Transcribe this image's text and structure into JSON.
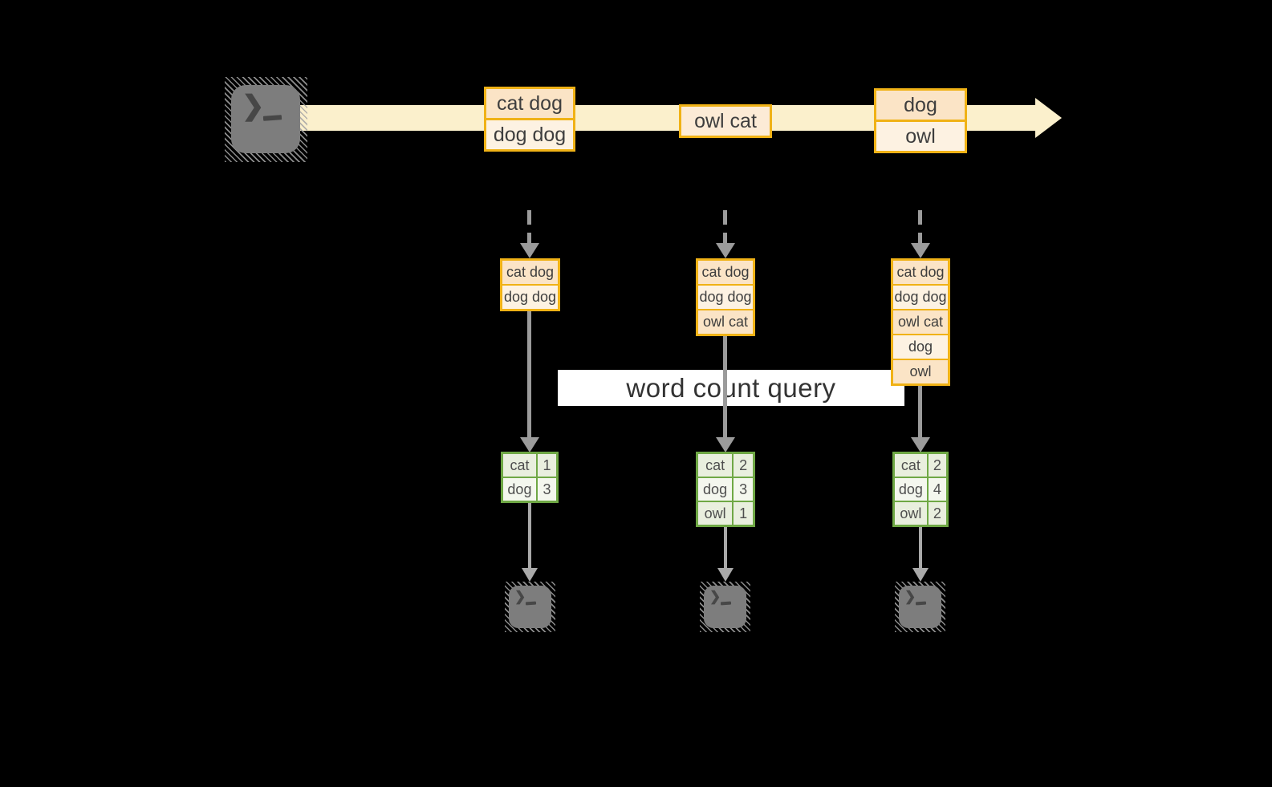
{
  "query_label": {
    "text": "word count query"
  },
  "stream": {
    "source_icon": "terminal",
    "records": [
      {
        "rows": [
          "cat dog",
          "dog dog"
        ]
      },
      {
        "rows": [
          "owl cat"
        ]
      },
      {
        "rows": [
          "dog",
          "owl"
        ]
      }
    ]
  },
  "pipelines": [
    {
      "buffer": [
        "cat dog",
        "dog dog"
      ],
      "counts": [
        {
          "word": "cat",
          "count": "1"
        },
        {
          "word": "dog",
          "count": "3"
        }
      ],
      "sink_icon": "terminal"
    },
    {
      "buffer": [
        "cat dog",
        "dog dog",
        "owl cat"
      ],
      "counts": [
        {
          "word": "cat",
          "count": "2"
        },
        {
          "word": "dog",
          "count": "3"
        },
        {
          "word": "owl",
          "count": "1"
        }
      ],
      "sink_icon": "terminal"
    },
    {
      "buffer": [
        "cat dog",
        "dog dog",
        "owl cat",
        "dog",
        "owl"
      ],
      "counts": [
        {
          "word": "cat",
          "count": "2"
        },
        {
          "word": "dog",
          "count": "4"
        },
        {
          "word": "owl",
          "count": "2"
        }
      ],
      "sink_icon": "terminal"
    }
  ],
  "colors": {
    "background": "#000000",
    "stream_band": "#FBF0CC",
    "record_border": "#F0B216",
    "record_fill_dark": "#FBE4C6",
    "record_fill_light": "#FDF2E2",
    "count_border": "#6FA845",
    "count_fill_dark": "#E9EFDE",
    "count_fill_light": "#F4F7EE",
    "arrow_gray": "#9B9B9B",
    "terminal_gray": "#7D7D7D",
    "query_band_bg": "#FFFFFF",
    "text": "#3E3E3E"
  }
}
